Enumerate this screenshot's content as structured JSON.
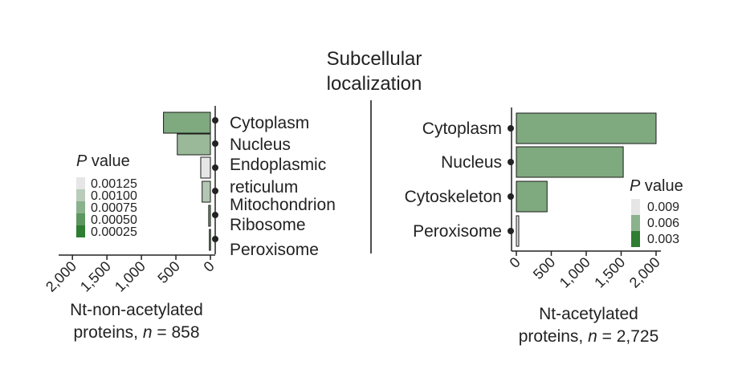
{
  "figure": {
    "title_lines": [
      "Subcellular",
      "localization"
    ]
  },
  "colors": {
    "bar_low_p": "#2e7d32",
    "bar_mid_p": "#7fa97f",
    "bar_high_p": "#e6e6e6",
    "bar_stroke": "#1a1a1a",
    "text": "#222222"
  },
  "chart_data": [
    {
      "type": "bar",
      "orientation": "horizontal",
      "direction": "right-to-left",
      "title": "",
      "xlabel_lines": [
        "Nt-non-acetylated",
        "proteins, n = 858"
      ],
      "categories": [
        "Cytoplasm",
        "Nucleus",
        "Endoplasmic reticulum",
        "Mitochondrion",
        "Ribosome",
        "Peroxisome"
      ],
      "category_label_lines": [
        [
          "Cytoplasm"
        ],
        [
          "Nucleus"
        ],
        [
          "Endoplasmic",
          "reticulum"
        ],
        [
          "Mitochondrion"
        ],
        [
          "Ribosome"
        ],
        [
          "Peroxisome"
        ]
      ],
      "values": [
        680,
        480,
        140,
        120,
        25,
        15
      ],
      "p_values": [
        0.00025,
        0.0005,
        0.00125,
        0.00075,
        0.00025,
        0.00025
      ],
      "xlim": [
        0,
        2200
      ],
      "xticks": [
        2000,
        1500,
        1000,
        500,
        0
      ],
      "xtick_labels": [
        "2,000",
        "1,500",
        "1,000",
        "500",
        "0"
      ],
      "legend": {
        "title_italic": "P",
        "title_rest": " value",
        "labels": [
          "0.00125",
          "0.00100",
          "0.00075",
          "0.00050",
          "0.00025"
        ],
        "placement": "left"
      }
    },
    {
      "type": "bar",
      "orientation": "horizontal",
      "direction": "left-to-right",
      "title": "",
      "xlabel_lines": [
        "Nt-acetylated",
        "proteins, n = 2,725"
      ],
      "categories": [
        "Cytoplasm",
        "Nucleus",
        "Cytoskeleton",
        "Peroxisome"
      ],
      "values": [
        2000,
        1530,
        440,
        30
      ],
      "p_values": [
        0.003,
        0.003,
        0.003,
        0.009
      ],
      "xlim": [
        0,
        2050
      ],
      "xticks": [
        0,
        500,
        1000,
        1500,
        2000
      ],
      "xtick_labels": [
        "0",
        "500",
        "1,000",
        "1,500",
        "2,000"
      ],
      "legend": {
        "title_italic": "P",
        "title_rest": " value",
        "labels": [
          "0.009",
          "0.006",
          "0.003"
        ],
        "placement": "right"
      }
    }
  ]
}
